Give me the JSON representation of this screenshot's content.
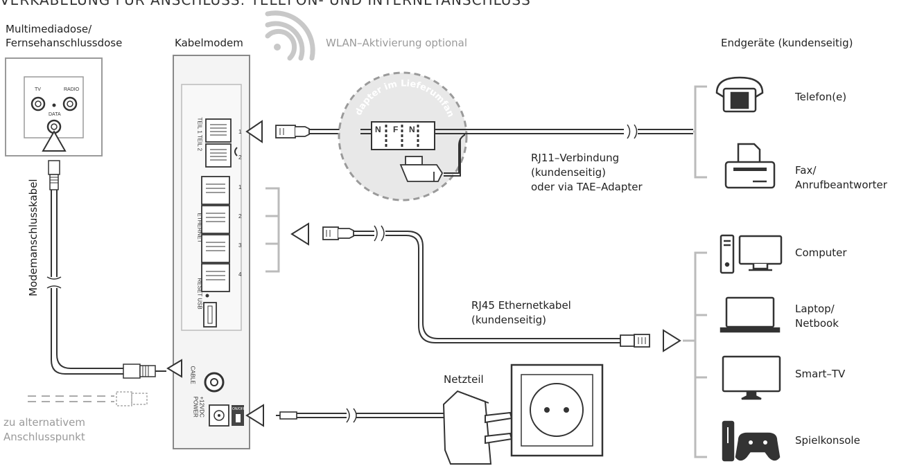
{
  "title": "VERKABELUNG FÜR ANSCHLUSS: TELEFON- UND INTERNETANSCHLUSS",
  "labels": {
    "multimediadose": [
      "Multimediadose/",
      "Fernsehanschlussdose"
    ],
    "kabelmodem": "Kabelmodem",
    "wlan": "WLAN–Aktivierung optional",
    "endgeraete": "Endgeräte (kundenseitig)",
    "modemkabel": "Modemanschlusskabel",
    "alternativ": [
      "zu alternativem",
      "Anschlusspunkt"
    ],
    "adapter_arc": "Adapter im Lieferumfang",
    "rj11": [
      "RJ11–Verbindung",
      "(kundenseitig)",
      "oder via TAE–Adapter"
    ],
    "rj45": [
      "RJ45 Ethernetkabel",
      "(kundenseitig)"
    ],
    "netzteil": "Netzteil"
  },
  "wall_socket": {
    "tv": "TV",
    "radio": "RADIO",
    "data": "DATA"
  },
  "tae": {
    "n1": "N",
    "f": "F",
    "n2": "N"
  },
  "modem_ports": {
    "phone_group": "TEIL 1  TEIL 2",
    "phone_nums": [
      "1",
      "2"
    ],
    "ethernet": "ETHERNET",
    "eth_nums": [
      "1",
      "2",
      "3",
      "4"
    ],
    "reset_usb": "RESET  USB",
    "cable": "CABLE",
    "power": [
      "POWER",
      "+12VDC"
    ],
    "onoff": "ON/OFF"
  },
  "devices": [
    {
      "name": "Telefon(e)",
      "icon": "telephone-icon"
    },
    {
      "name": "Fax/\nAnrufbeantworter",
      "lines": [
        "Fax/",
        "Anrufbeantworter"
      ],
      "icon": "fax-icon"
    },
    {
      "name": "Computer",
      "icon": "computer-icon"
    },
    {
      "lines": [
        "Laptop/",
        "Netbook"
      ],
      "icon": "laptop-icon"
    },
    {
      "name": "Smart–TV",
      "icon": "tv-icon"
    },
    {
      "name": "Spielkonsole",
      "icon": "game-console-icon"
    }
  ]
}
